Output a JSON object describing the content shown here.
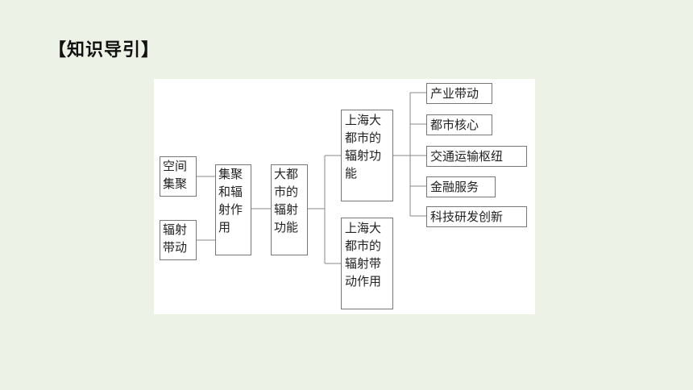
{
  "title": "【知识导引】",
  "diagram": {
    "nodes": {
      "space_agglomeration": "空间集聚",
      "radiation_drive": "辐射带动",
      "agg_and_radiation": "集聚和辐射作用",
      "metro_radiation_function": "大都市的辐射功能",
      "shanghai_function": "上海大都市的辐射功能",
      "shanghai_drive": "上海大都市的辐射带动作用",
      "industry_drive": "产业带动",
      "metro_core": "都市核心",
      "transport_hub": "交通运输枢纽",
      "finance_service": "金融服务",
      "tech_innovation": "科技研发创新"
    }
  }
}
